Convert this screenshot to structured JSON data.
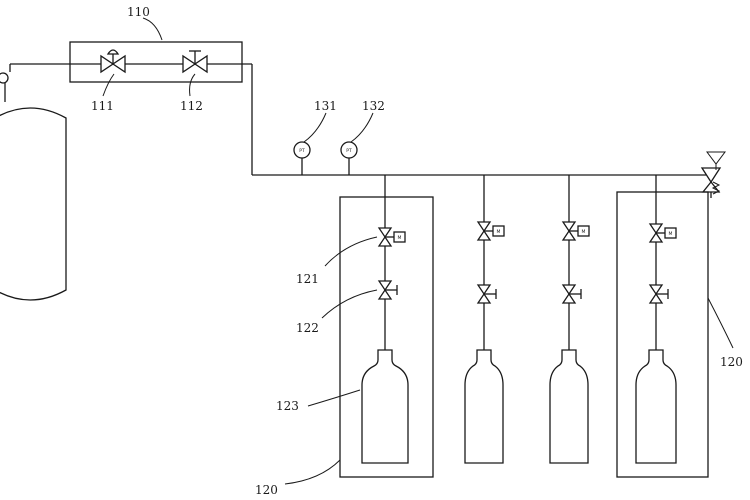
{
  "labels": {
    "valve_box": "110",
    "valve_a": "111",
    "valve_b": "112",
    "gauge_a": "131",
    "gauge_b": "132",
    "cyl_valve_top": "121",
    "cyl_valve_bottom": "122",
    "cylinder": "123",
    "group_left": "120",
    "group_right": "120"
  },
  "gauges": {
    "gauge_a_text": "PT",
    "gauge_b_text": "PT"
  },
  "actuator_text": "M"
}
